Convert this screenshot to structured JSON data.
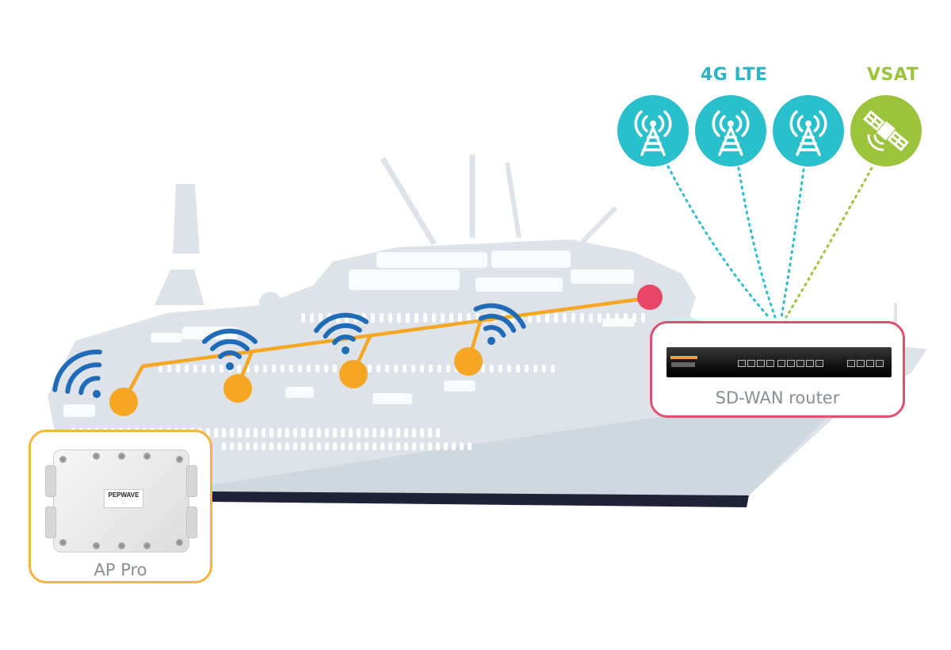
{
  "links": {
    "lte_label": "4G LTE",
    "vsat_label": "VSAT"
  },
  "router": {
    "caption": "SD-WAN router"
  },
  "access_point": {
    "caption": "AP Pro",
    "brand": "PEPWAVE"
  },
  "icons": [
    "cell-tower-icon",
    "satellite-icon",
    "wifi-signal-icon"
  ],
  "colors": {
    "lte": "#29bfcb",
    "vsat": "#9cc33c",
    "router_border": "#e0506e",
    "ap_border": "#f5b43a",
    "network_line": "#f5a623",
    "wifi": "#1f6bb8",
    "ship": "#dde3e8",
    "hull": "#1f2238"
  }
}
